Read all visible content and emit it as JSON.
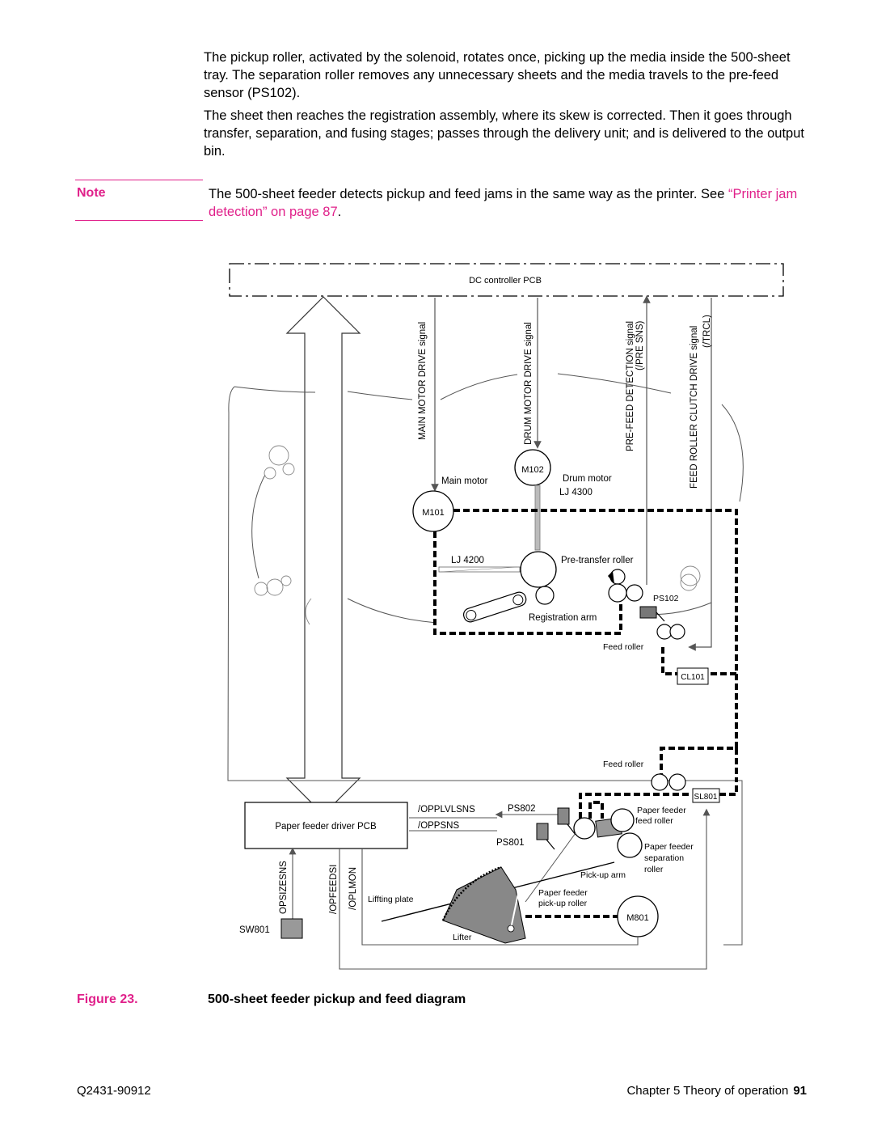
{
  "paragraphs": [
    "The pickup roller, activated by the solenoid, rotates once, picking up the media inside the 500-sheet tray. The separation roller removes any unnecessary sheets and the media travels to the pre-feed sensor (PS102).",
    "The sheet then reaches the registration assembly, where its skew is corrected. Then it goes through transfer, separation, and fusing stages; passes through the delivery unit; and is delivered to the output bin."
  ],
  "note": {
    "label": "Note",
    "text": "The 500-sheet feeder detects pickup and feed jams in the same way as the printer. See ",
    "link": "“Printer jam detection” on page 87",
    "end": "."
  },
  "diagram": {
    "dc_controller": "DC controller PCB",
    "signals": {
      "main_motor_drive": "MAIN MOTOR DRIVE signal",
      "drum_motor_drive": "DRUM MOTOR DRIVE signal",
      "pre_feed_detection": "PRE-FEED DETECTION signal",
      "pre_sns": "(/PRE SNS)",
      "feed_roller_clutch": "FEED ROLLER CLUTCH DRIVE signal",
      "trcl": "(/TRCL)"
    },
    "m102": "M102",
    "drum_motor": "Drum motor",
    "lj4300": "LJ 4300",
    "main_motor": "Main motor",
    "m101": "M101",
    "lj4200": "LJ 4200",
    "pre_transfer_roller": "Pre-transfer roller",
    "ps102": "PS102",
    "registration_arm": "Registration arm",
    "feed_roller_1": "Feed roller",
    "cl101": "CL101",
    "feed_roller_2": "Feed roller",
    "sl801": "SL801",
    "paper_feeder_driver_pcb": "Paper feeder driver PCB",
    "opplvlsns": "/OPPLVLSNS",
    "oppsns": "/OPPSNS",
    "ps802": "PS802",
    "ps801": "PS801",
    "paper_feeder_feed_roller": [
      "Paper feeder",
      "feed roller"
    ],
    "paper_feeder_separation_roller": [
      "Paper feeder",
      "separation",
      "roller"
    ],
    "pickup_arm": "Pick-up arm",
    "opsizesns": "OPSIZESNS",
    "opfeedsi": "/OPFEEDSI",
    "oplmon": "/OPLMON",
    "lifting_plate": "Liffting plate",
    "paper_feeder_pickup_roller": [
      "Paper feeder",
      "pick-up roller"
    ],
    "m801": "M801",
    "sw801": "SW801",
    "lifter": "Lifter"
  },
  "figure": {
    "label": "Figure 23.",
    "title": "500-sheet feeder pickup and feed diagram"
  },
  "footer": {
    "doc_number": "Q2431-90912",
    "chapter": "Chapter 5  Theory of operation",
    "page": "91"
  }
}
